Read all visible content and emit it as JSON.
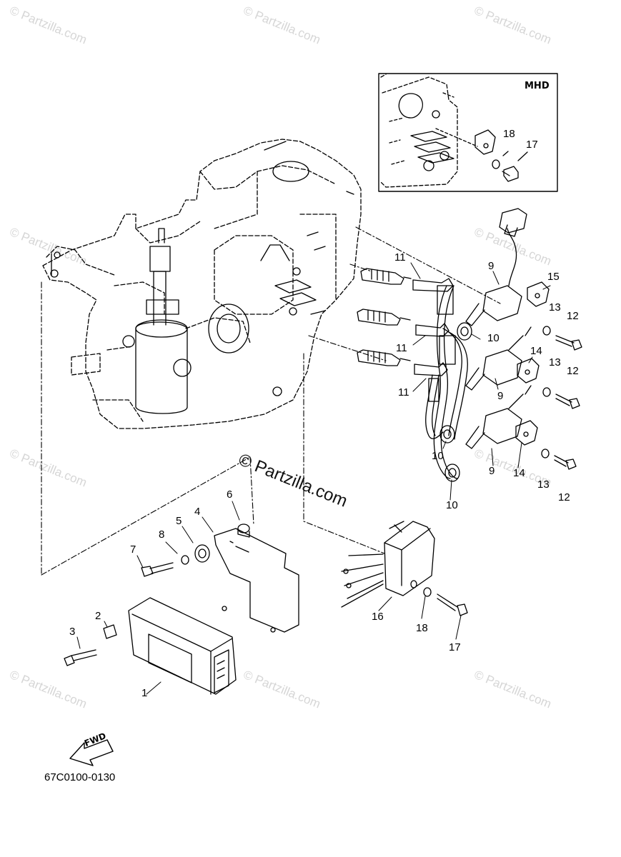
{
  "watermark": {
    "text": "© Partzilla.com",
    "center_text": "© Partzilla.com"
  },
  "inset": {
    "label": "MHD"
  },
  "diagram_code": "67C0100-0130",
  "fwd_label": "FWD",
  "callouts": {
    "c1": "1",
    "c2": "2",
    "c3": "3",
    "c4": "4",
    "c5": "5",
    "c6": "6",
    "c7": "7",
    "c8": "8",
    "c9a": "9",
    "c9b": "9",
    "c9c": "9",
    "c10a": "10",
    "c10b": "10",
    "c10c": "10",
    "c11a": "11",
    "c11b": "11",
    "c11c": "11",
    "c12a": "12",
    "c12b": "12",
    "c12c": "12",
    "c13a": "13",
    "c13b": "13",
    "c13c": "13",
    "c14a": "14",
    "c14b": "14",
    "c15": "15",
    "c16": "16",
    "c17a": "17",
    "c17b": "17",
    "c18a": "18",
    "c18b": "18"
  },
  "colors": {
    "line": "#000000",
    "watermark": "#d6d6d6"
  }
}
